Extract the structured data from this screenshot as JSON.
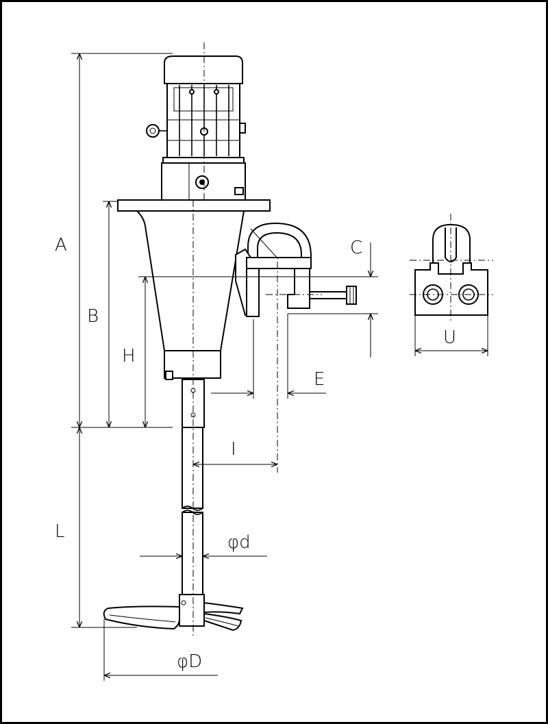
{
  "labels": {
    "A": "A",
    "B": "B",
    "H": "H",
    "C": "C",
    "E": "E",
    "I": "I",
    "L": "L",
    "d": "φd",
    "D": "φD",
    "U": "U"
  }
}
